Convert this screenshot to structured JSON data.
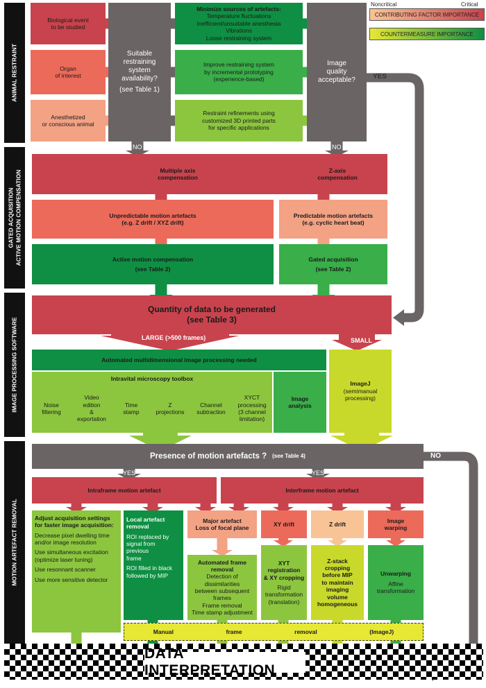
{
  "phases": [
    {
      "id": "animal-restraint",
      "lines": [
        "ANIMAL RESTRAINT"
      ]
    },
    {
      "id": "gated",
      "lines": [
        "GATED ACQUISITION",
        "ACTIVE MOTION COMPENSATION"
      ]
    },
    {
      "id": "software",
      "lines": [
        "IMAGE PROCESSING SOFTWARE"
      ]
    },
    {
      "id": "removal",
      "lines": [
        "MOTION ARTEFACT REMOVAL"
      ]
    }
  ],
  "legend": {
    "noncritical": "Noncritical",
    "critical": "Critical",
    "contributing": "CONTRIBUTING FACTOR IMPORTANCE",
    "countermeasure": "COUNTERMEASURE IMPORTANCE"
  },
  "colors": {
    "critical_red": "#c8434d",
    "contributing_red": "#ec6a5a",
    "contributing_salmon": "#f3a284",
    "contributing_peach": "#f8c495",
    "grey": "#6a6465",
    "dark_green": "#0f8f43",
    "mid_green": "#3aae49",
    "light_green": "#8cc63f",
    "lime": "#c9d92b",
    "yellow_bar": "#e6e834"
  },
  "nodes": [
    {
      "id": "bio-event",
      "lines": [
        "Biological event",
        "to be studied"
      ]
    },
    {
      "id": "organ",
      "lines": [
        "Organ",
        "of interest"
      ]
    },
    {
      "id": "anesthetized",
      "lines": [
        "Anesthetized",
        "or conscious animal"
      ]
    },
    {
      "id": "restraining-availability",
      "lines": [
        "Suitable",
        "restraining",
        "system",
        "availability?",
        "",
        "(see Table 1)"
      ]
    },
    {
      "id": "minimize-sources",
      "lines": [
        "Minimize sources of artefacts:",
        "Temperature fluctuations",
        "Inefficient/unsuitable anesthesia",
        "Vibrations",
        "Loose restraining system"
      ]
    },
    {
      "id": "improve-restraining",
      "lines": [
        "Improve restraining system",
        "by incremental prototyping",
        "(experience-based)"
      ]
    },
    {
      "id": "restraint-refinements",
      "lines": [
        "Restraint refinements using",
        "customized 3D printed parts",
        "for specific applications"
      ]
    },
    {
      "id": "image-quality",
      "lines": [
        "Image",
        "quality",
        "acceptable?"
      ]
    },
    {
      "id": "multi-axis",
      "lines": [
        "Multiple axis",
        "compensation"
      ]
    },
    {
      "id": "z-axis",
      "lines": [
        "Z-axis",
        "compensation"
      ]
    },
    {
      "id": "unpredictable",
      "lines": [
        "Unpredictable motion artefacts",
        "(e.g. Z drift / XYZ drift)"
      ]
    },
    {
      "id": "predictable",
      "lines": [
        "Predictable motion artefacts",
        "(e.g. cyclic heart beat)"
      ]
    },
    {
      "id": "active-comp",
      "lines": [
        "Active motion compensation",
        "",
        "(see Table 2)"
      ]
    },
    {
      "id": "gated-acq",
      "lines": [
        "Gated acquisition",
        "",
        "(see Table 2)"
      ]
    },
    {
      "id": "quantity",
      "lines": [
        "Quantity of data to be generated",
        "(see Table 3)"
      ]
    },
    {
      "id": "automated",
      "lines": [
        "Automated multidimensional image processing needed"
      ]
    },
    {
      "id": "ivm-toolbox",
      "lines": [
        "Intravital microscopy toolbox"
      ]
    },
    {
      "id": "noise",
      "lines": [
        "Noise",
        "filtering"
      ]
    },
    {
      "id": "video",
      "lines": [
        "Video",
        "edition",
        "&",
        "exportation"
      ]
    },
    {
      "id": "timestamp",
      "lines": [
        "Time",
        "stamp"
      ]
    },
    {
      "id": "zproj",
      "lines": [
        "Z",
        "projections"
      ]
    },
    {
      "id": "channel",
      "lines": [
        "Channel",
        "subtraction"
      ]
    },
    {
      "id": "xyct",
      "lines": [
        "XYCT",
        "processing",
        "(3 channel",
        "limitation)"
      ]
    },
    {
      "id": "image-analysis",
      "lines": [
        "Image",
        "analysis"
      ]
    },
    {
      "id": "imagej",
      "lines": [
        "ImageJ",
        "(semimanual",
        "processing)"
      ]
    },
    {
      "id": "presence",
      "lines": [
        "Presence of motion artefacts ?"
      ]
    },
    {
      "id": "intraframe",
      "lines": [
        "Intraframe motion artefact"
      ]
    },
    {
      "id": "interframe",
      "lines": [
        "Interframe motion artefact"
      ]
    },
    {
      "id": "adjust",
      "lines": [
        "Adjust acquisition settings",
        "for faster image acquisition:",
        "",
        "Decrease pixel dwelling time",
        "and/or image resolution",
        "",
        "Use simultaneous excitation",
        "(optimize laser tuning)",
        "",
        "Use resonnant scanner",
        "",
        "Use more sensitive detector"
      ]
    },
    {
      "id": "local-removal",
      "lines": [
        "Local artefact",
        "removal",
        "",
        "ROI replaced by",
        "signal from",
        "previous",
        "frame",
        "",
        "ROI filled in black",
        "followed by MIP"
      ]
    },
    {
      "id": "major-artefact",
      "lines": [
        "Major artefact",
        "Loss of focal plane"
      ]
    },
    {
      "id": "auto-frame-removal",
      "lines": [
        "Automated frame",
        "removal",
        "Detection of",
        "dissimilarities",
        "between subsequent",
        "frames",
        "Frame removal",
        "Time stamp adjustment"
      ]
    },
    {
      "id": "xy-drift",
      "lines": [
        "XY drift"
      ]
    },
    {
      "id": "z-drift",
      "lines": [
        "Z drift"
      ]
    },
    {
      "id": "warping",
      "lines": [
        "Image",
        "warping"
      ]
    },
    {
      "id": "xyt-reg",
      "lines": [
        "XYT",
        "registration",
        "& XY cropping",
        "",
        "Rigid",
        "transformation",
        "(translation)"
      ]
    },
    {
      "id": "zstack-crop",
      "lines": [
        "Z-stack",
        "cropping",
        "before MIP",
        "to maintain",
        "imaging",
        "volume",
        "homogeneous"
      ]
    },
    {
      "id": "unwarping",
      "lines": [
        "Unwarping",
        "",
        "Affine",
        "transformation"
      ]
    },
    {
      "id": "data-interpretation",
      "lines": [
        "DATA INTERPRETATION"
      ]
    }
  ],
  "connectors": {
    "no_restraint": "NO",
    "no_quality": "NO",
    "yes_quality": "YES",
    "large": "LARGE (>500 frames)",
    "small": "SMALL",
    "yes_intra": "YES",
    "yes_inter": "YES",
    "no_presence": "NO",
    "see_table4": "(see Table 4)"
  },
  "manual_words": [
    "Manual",
    "frame",
    "removal",
    "(ImageJ)"
  ]
}
